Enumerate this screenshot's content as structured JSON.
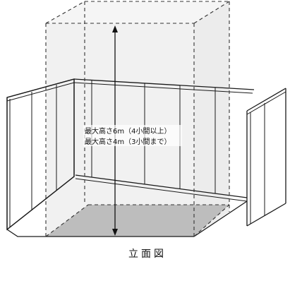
{
  "diagram": {
    "label_max_6m": "最大高さ6m（4小間以上）",
    "label_max_4m": "最大高さ4m（3小間まで）",
    "caption": "立面図",
    "colors": {
      "line": "#1a1a1a",
      "volume_fill": "#e6e6e6",
      "floor_fill": "#bdbdbd",
      "background": "#ffffff"
    }
  }
}
